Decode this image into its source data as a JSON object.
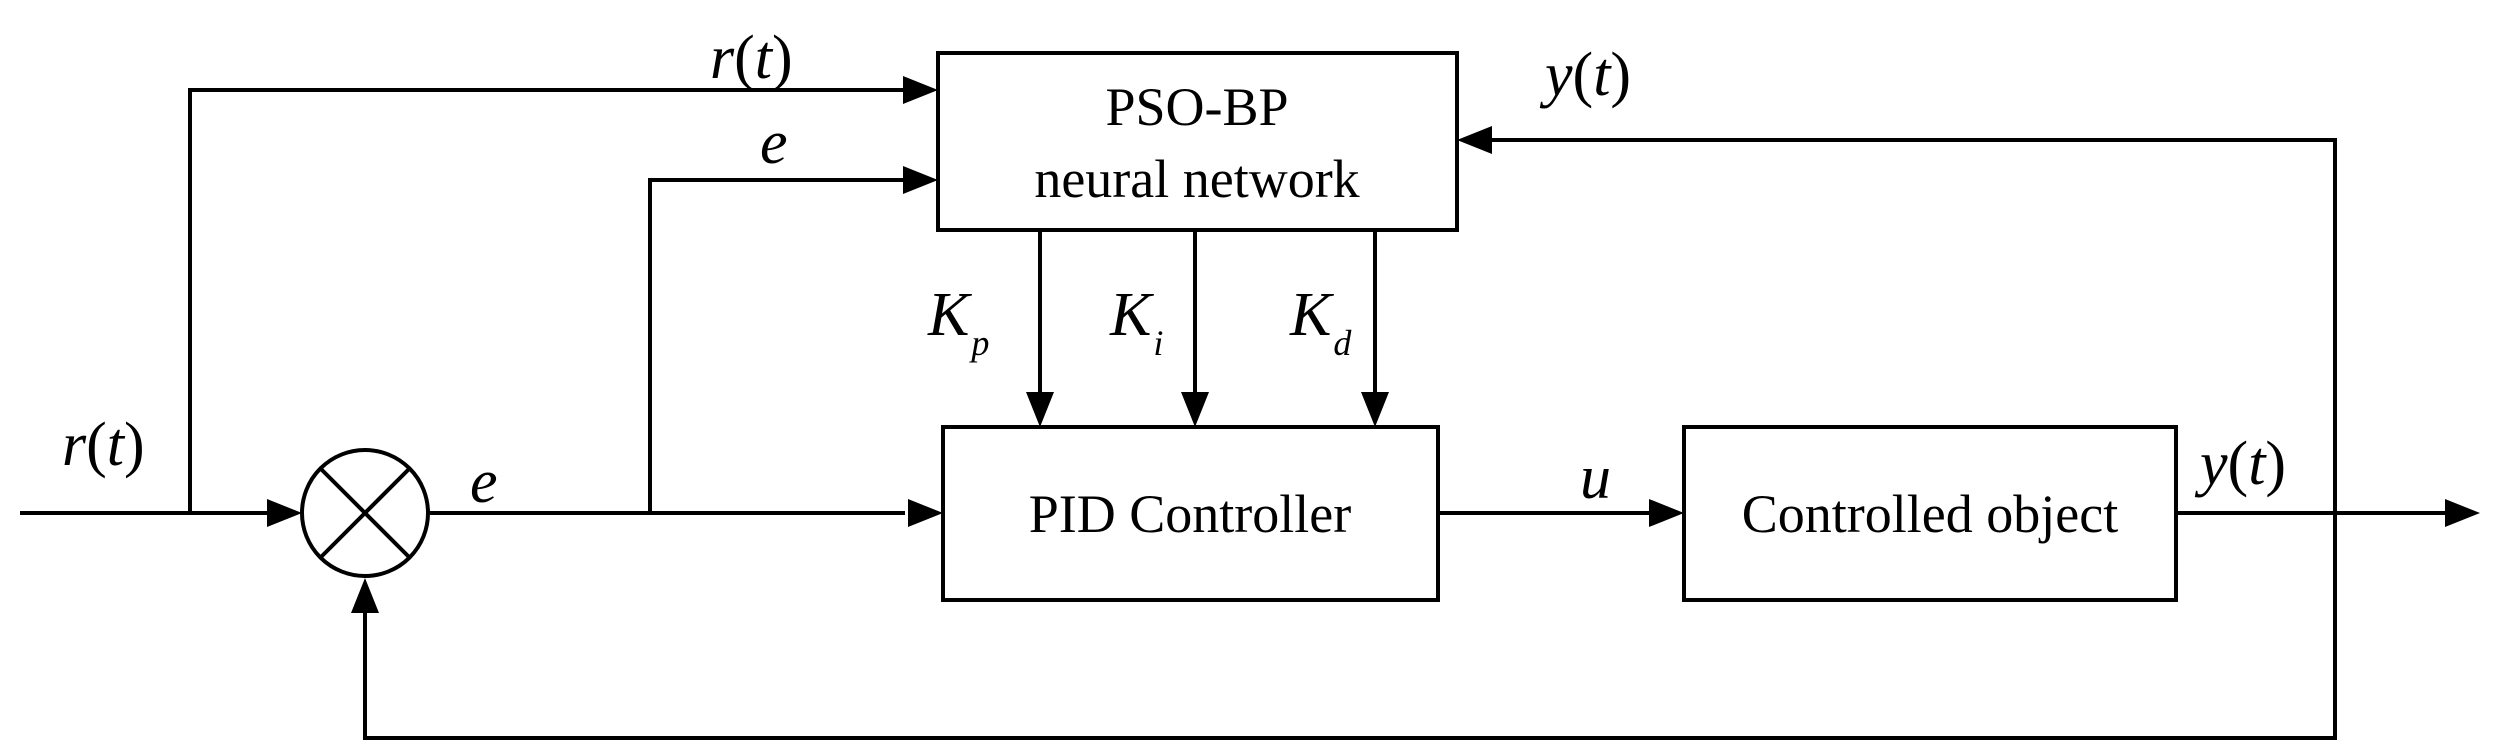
{
  "blocks": {
    "network": {
      "line1": "PSO-BP",
      "line2": "neural network"
    },
    "controller": {
      "label": "PID Controller"
    },
    "plant": {
      "label": "Controlled object"
    }
  },
  "signals": {
    "reference": {
      "name": "r",
      "lparen": "(",
      "arg": "t",
      "rparen": ")"
    },
    "error": "e",
    "control": "u",
    "output": {
      "name": "y",
      "lparen": "(",
      "arg": "t",
      "rparen": ")"
    }
  },
  "gains": {
    "kp": {
      "main": "K",
      "sub": "p"
    },
    "ki": {
      "main": "K",
      "sub": "i"
    },
    "kd": {
      "main": "K",
      "sub": "d"
    }
  }
}
